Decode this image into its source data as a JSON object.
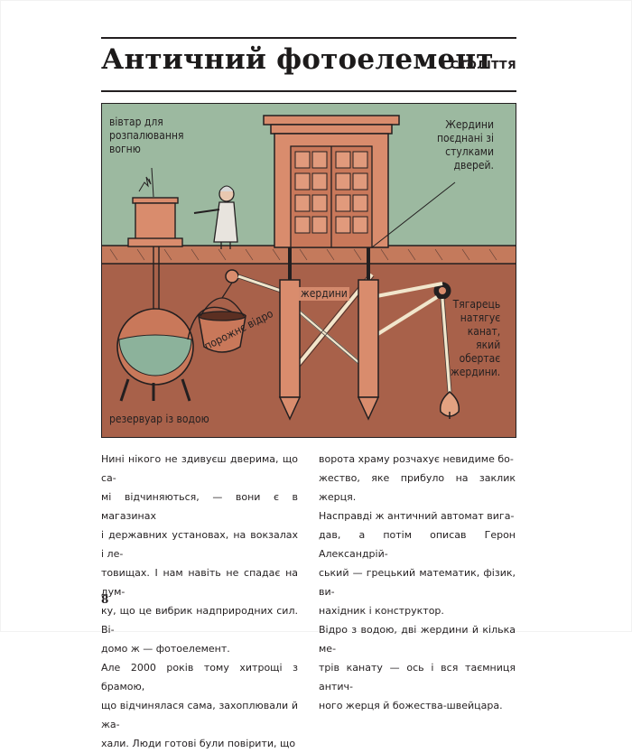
{
  "header": {
    "title": "Античний фотоелемент",
    "century": "І СТОЛІТТЯ"
  },
  "illustration": {
    "labels": {
      "altar": [
        "вівтар для",
        "розпалювання",
        "вогню"
      ],
      "poles_linked": [
        "Жердини",
        "поєднані зі",
        "стулками",
        "дверей."
      ],
      "poles": "жердини",
      "weight": [
        "Тягарець",
        "натягує",
        "канат,",
        "який",
        "обертає",
        "жердини."
      ],
      "empty_bucket": "порожнє відро",
      "reservoir": "резервуар із водою"
    },
    "colors": {
      "sky": "#9cb9a0",
      "ground": "#a8614a",
      "temple": "#d98c6d",
      "water": "#8cb29b",
      "ink": "#231f20"
    }
  },
  "body": {
    "left_column": [
      "Нині нікого не здивуєш дверима, що са-",
      "мі відчиняються, — вони є в магазинах",
      "і державних установах, на вокзалах і ле-",
      "товищах. І нам навіть не спадає на дум-",
      "ку, що це вибрик надприродних сил. Ві-",
      "домо ж — фотоелемент.",
      "Але 2000 років тому хитрощі з брамою,",
      "що відчинялася сама, захоплювали й жа-",
      "хали. Люди готові були повірити, що"
    ],
    "right_column": [
      "ворота храму розчахує невидиме бо-",
      "жество, яке прибуло на заклик жерця.",
      "Насправді ж античний автомат вига-",
      "дав, а потім описав Герон Александрій-",
      "ський — грецький математик, фізик, ви-",
      "нахідник і конструктор.",
      "Відро з водою, дві жердини й кілька ме-",
      "трів канату — ось і вся таємниця антич-",
      "ного жерця й божества-швейцара."
    ]
  },
  "page_number": "8"
}
